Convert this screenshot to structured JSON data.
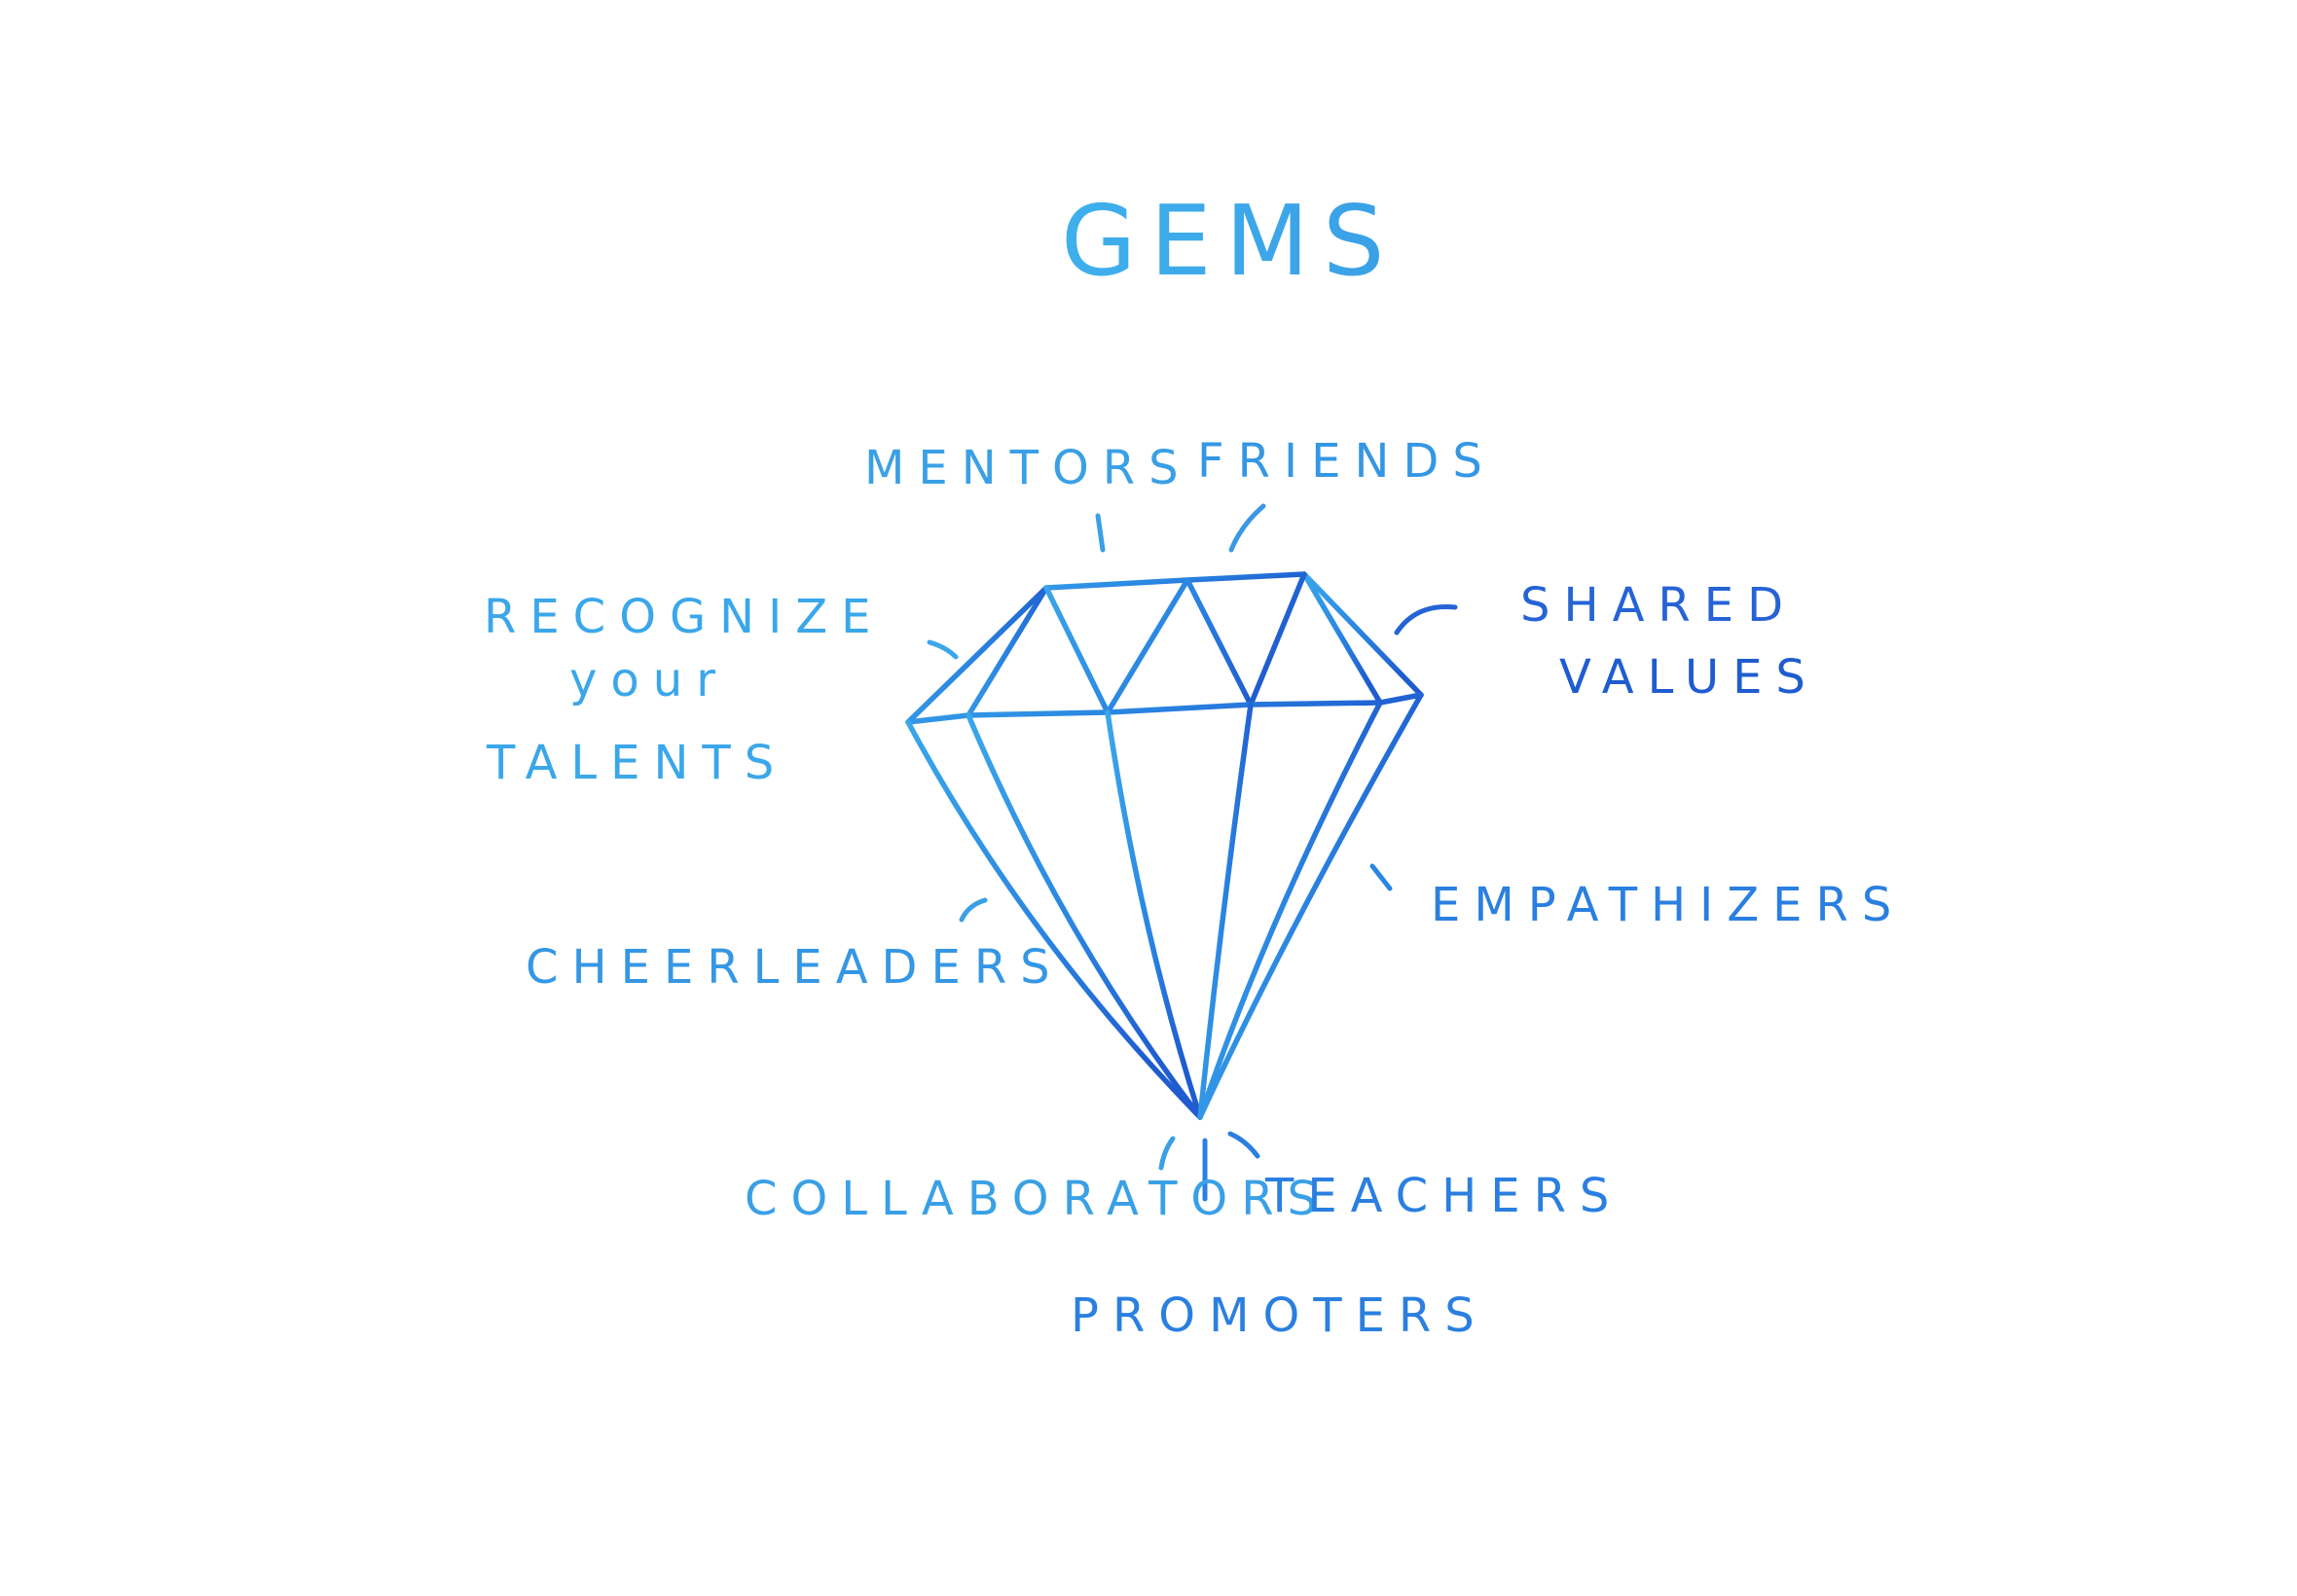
{
  "title": "GEMS",
  "labels": {
    "mentors": "MENTORS",
    "friends": "FRIENDS",
    "recognize_line1": "RECOGNIZE",
    "recognize_line2": "your",
    "recognize_line3": "TALENTS",
    "shared_line1": "SHARED",
    "shared_line2": "VALUES",
    "empathizers": "EMPATHIZERS",
    "cheerleaders": "CHEERLEADERS",
    "collaborators": "COLLABORATORS",
    "teachers": "TEACHERS",
    "promoters": "PROMOTERS"
  },
  "colors": {
    "ink_light": "#3aa0e6",
    "ink_mid": "#2a7fe0",
    "ink_dark": "#1f5ccf"
  }
}
